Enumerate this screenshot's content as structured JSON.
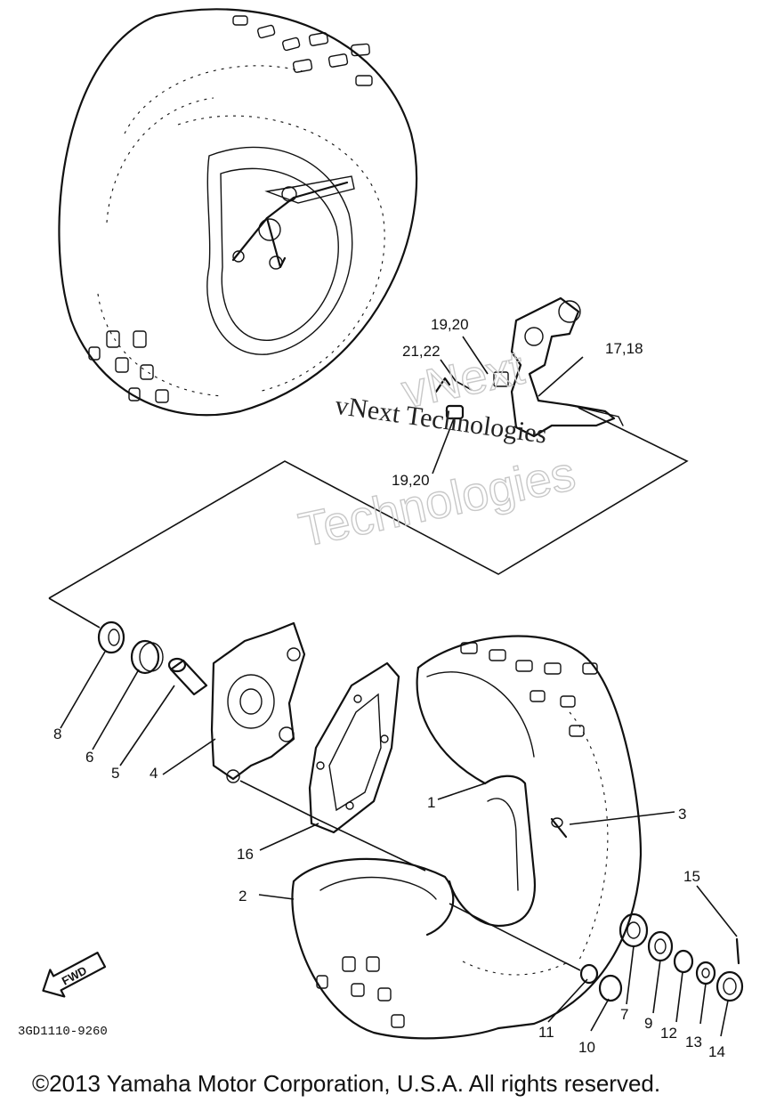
{
  "labels": {
    "p1": "1",
    "p2": "2",
    "p3": "3",
    "p4": "4",
    "p5": "5",
    "p6": "6",
    "p7": "7",
    "p8": "8",
    "p9": "9",
    "p10": "10",
    "p11": "11",
    "p12": "12",
    "p13": "13",
    "p14": "14",
    "p15": "15",
    "p16": "16",
    "p17_18": "17,18",
    "p19_20_top": "19,20",
    "p19_20_bottom": "19,20",
    "p21_22": "21,22"
  },
  "fwd_label": "FWD",
  "diagram_code": "3GD1110-9260",
  "watermark": {
    "serif_text": "vNext Technologies",
    "outline_line1": "vNext",
    "outline_line2": "Technologies"
  },
  "copyright": "©2013 Yamaha Motor Corporation, U.S.A. All rights reserved."
}
